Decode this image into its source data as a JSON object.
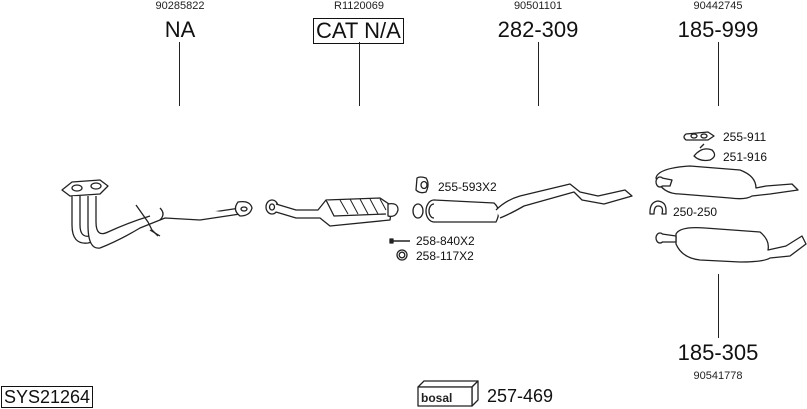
{
  "diagram": {
    "type": "exhaust-system-parts-diagram",
    "system_code": "SYS21264",
    "brand": "bosal",
    "mounting_kit": "257-469",
    "parts": [
      {
        "id": "front-pipe",
        "oe_number": "90285822",
        "part_number": "NA",
        "boxed": false
      },
      {
        "id": "catalytic-converter",
        "oe_number": "R1120069",
        "part_number": "CAT N/A",
        "boxed": true
      },
      {
        "id": "middle-silencer",
        "oe_number": "90501101",
        "part_number": "282-309",
        "boxed": false
      },
      {
        "id": "rear-silencer-a",
        "oe_number": "90442745",
        "part_number": "185-999",
        "boxed": false
      },
      {
        "id": "rear-silencer-b",
        "oe_number": "90541778",
        "part_number": "185-305",
        "boxed": false
      }
    ],
    "accessories": [
      {
        "id": "rubber-mount",
        "label": "255-593X2"
      },
      {
        "id": "bolt",
        "label": "258-840X2"
      },
      {
        "id": "seal-ring",
        "label": "258-117X2"
      },
      {
        "id": "rubber-strap",
        "label": "255-911"
      },
      {
        "id": "clamp-bracket",
        "label": "251-916"
      },
      {
        "id": "pipe-clamp",
        "label": "250-250"
      }
    ]
  }
}
